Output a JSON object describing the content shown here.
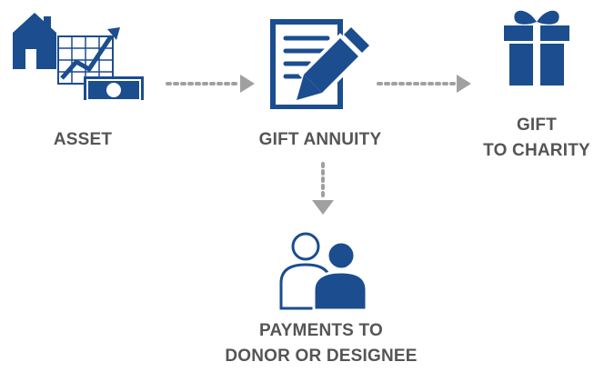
{
  "diagram": {
    "colors": {
      "primary": "#1b4d8f",
      "arrow": "#a0a0a0",
      "label": "#555555"
    },
    "nodes": {
      "asset": {
        "label": "ASSET",
        "icon": "house-chart-money-icon"
      },
      "gift_annuity": {
        "label": "GIFT ANNUITY",
        "icon": "document-pen-icon"
      },
      "gift_to_charity": {
        "label_line1": "GIFT",
        "label_line2": "TO CHARITY",
        "icon": "gift-box-icon"
      },
      "payments": {
        "label_line1": "PAYMENTS TO",
        "label_line2": "DONOR OR DESIGNEE",
        "icon": "people-icon"
      }
    }
  }
}
